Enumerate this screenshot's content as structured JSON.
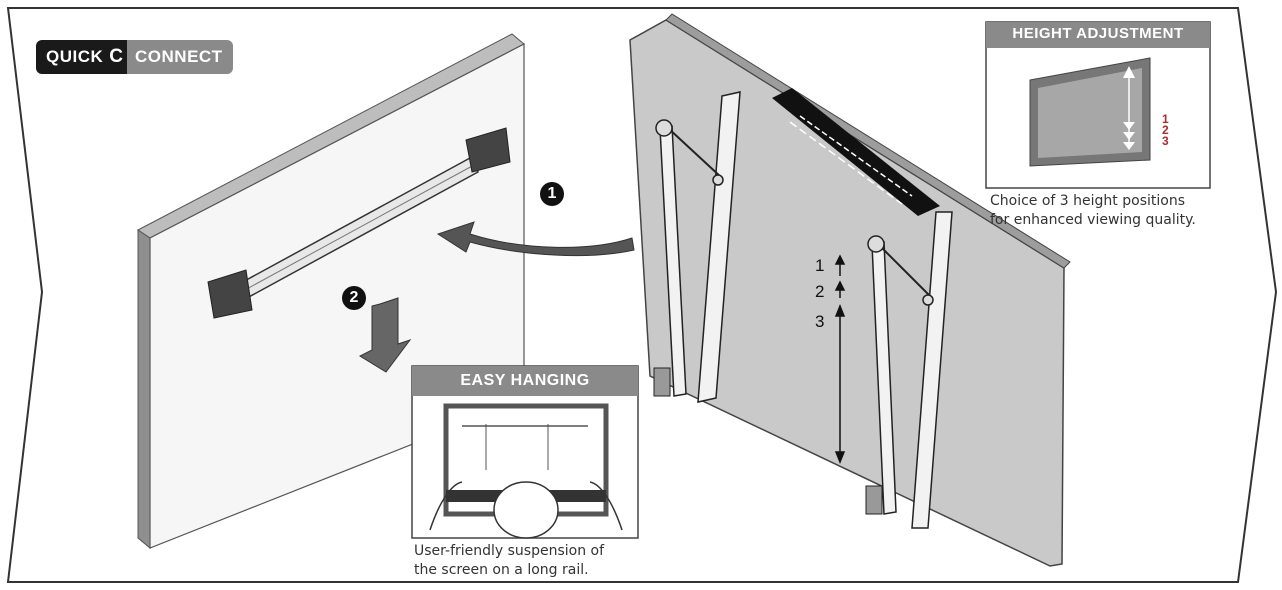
{
  "badge": {
    "left": "QUICK",
    "c": "C",
    "right": "CONNECT"
  },
  "steps": {
    "one": "1",
    "two": "2"
  },
  "height_numbers": [
    "1",
    "2",
    "3"
  ],
  "height_adjustment": {
    "title": "HEIGHT ADJUSTMENT",
    "numbers": [
      "1",
      "2",
      "3"
    ],
    "caption_line1": "Choice of 3 height positions",
    "caption_line2": "for enhanced viewing quality."
  },
  "easy_hanging": {
    "title": "EASY HANGING",
    "caption_line1": "User-friendly suspension of",
    "caption_line2": "the screen on a long rail."
  },
  "colors": {
    "panel_title_bg": "#8a8a8a",
    "badge_dark": "#1a1a1a",
    "badge_light": "#8a8a8a",
    "tv_back": "#c9c9c9",
    "wall": "#f4f4f4",
    "accent_red": "#b02a2a"
  }
}
